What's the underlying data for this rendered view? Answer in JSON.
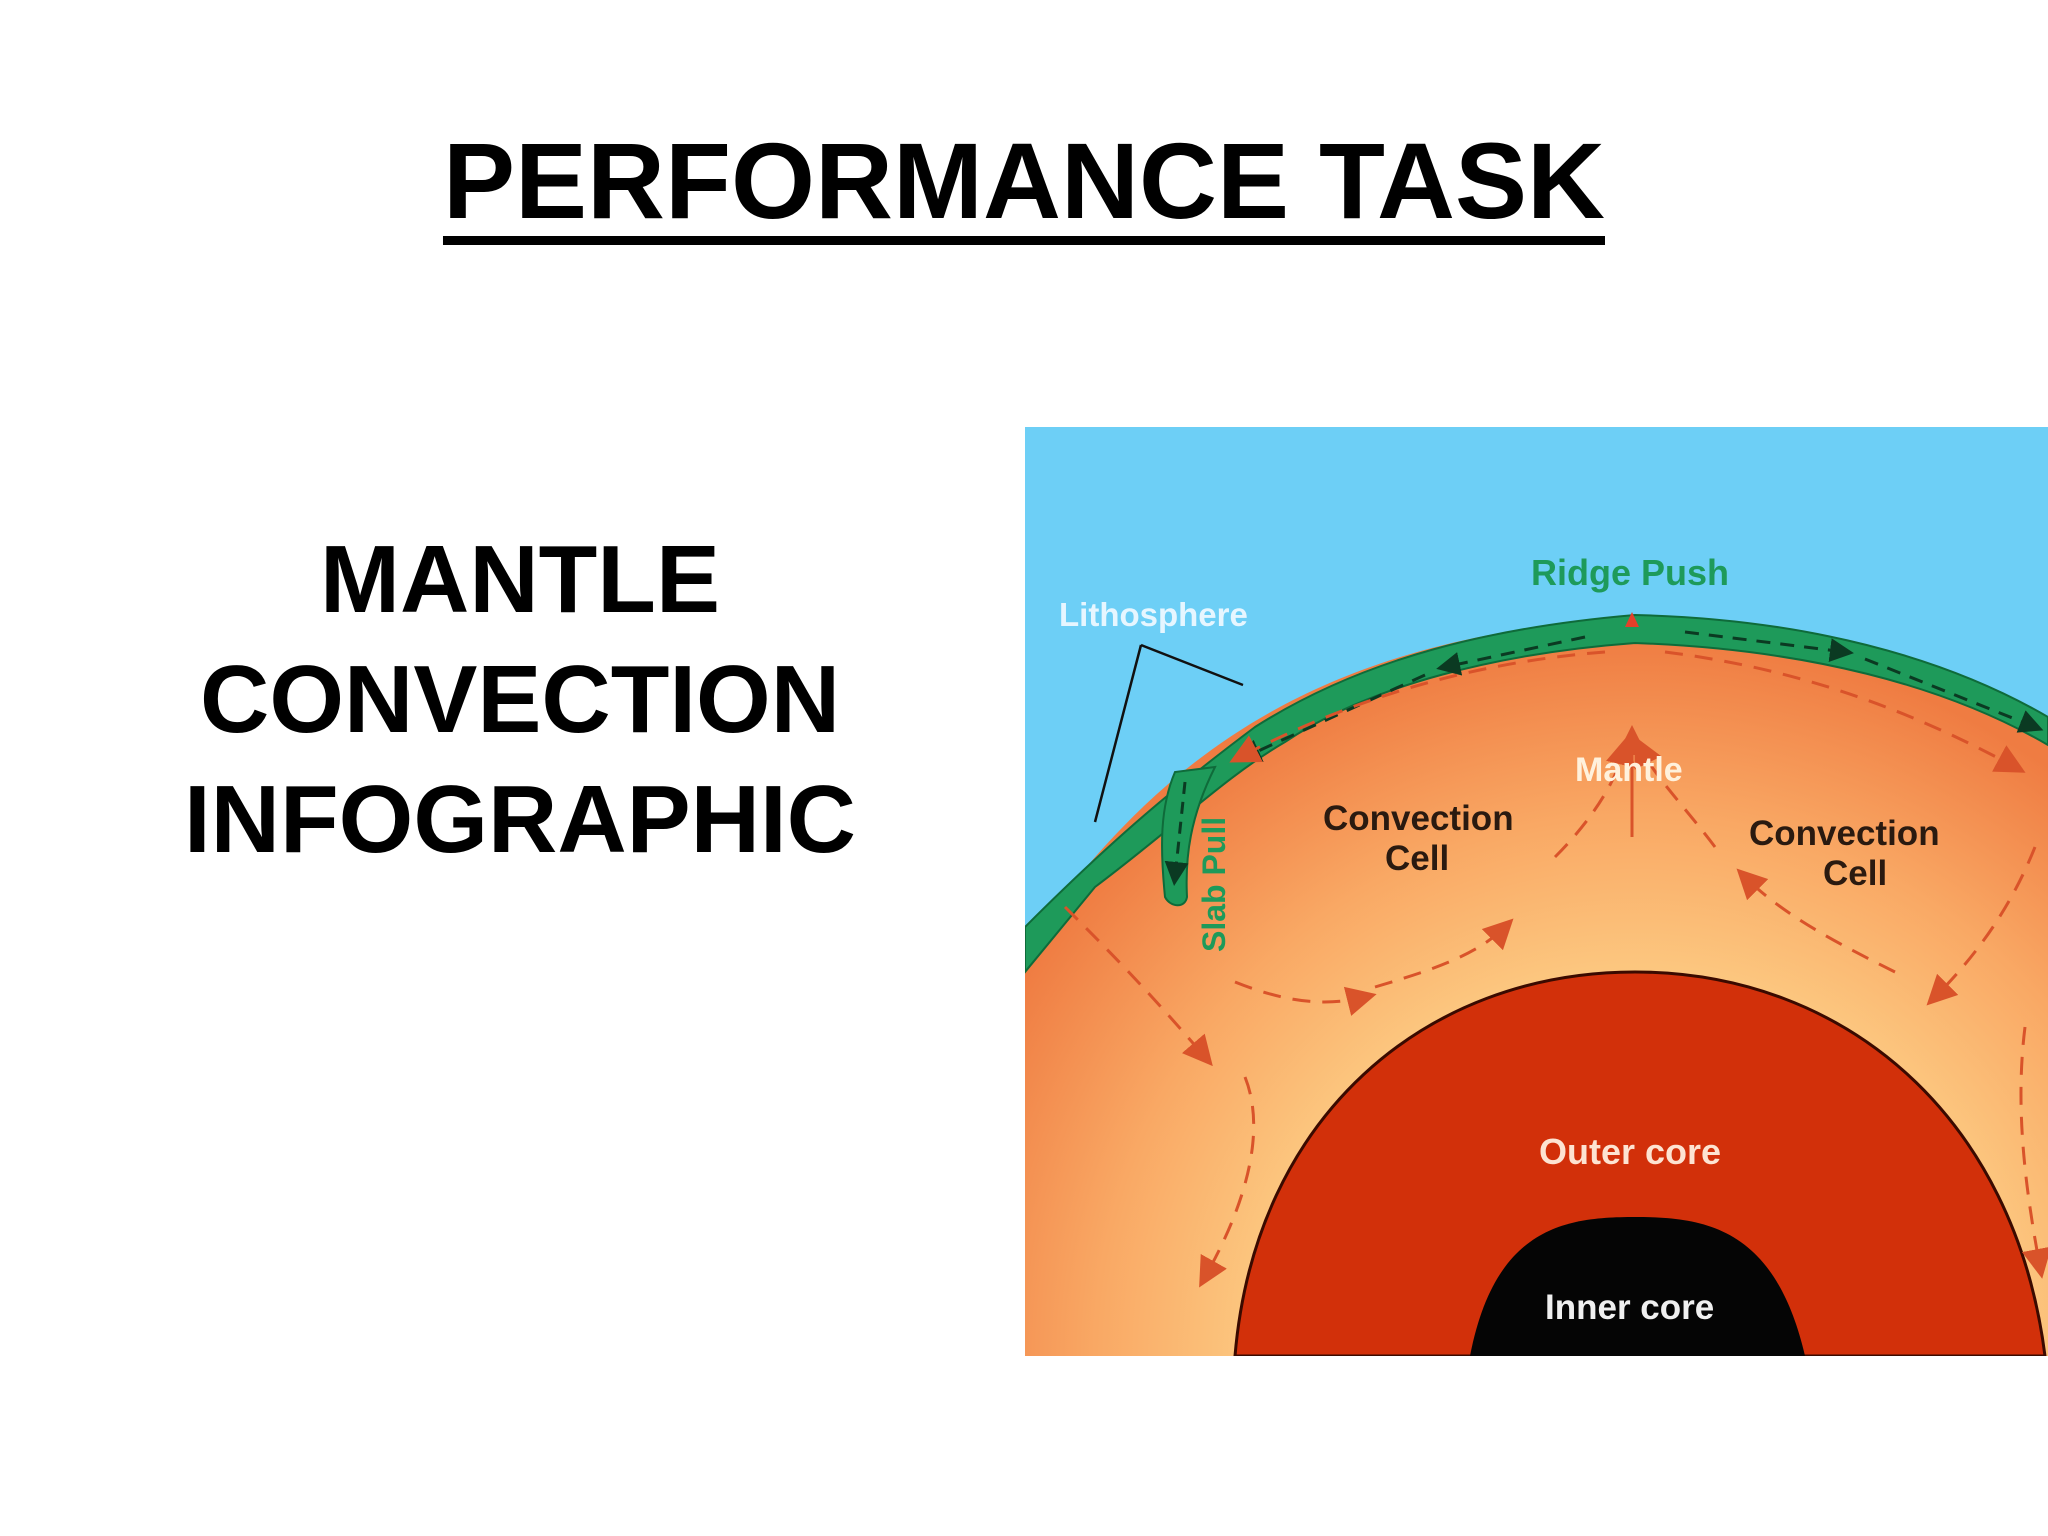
{
  "title": "PERFORMANCE TASK",
  "subtitle_lines": [
    "MANTLE",
    "CONVECTION",
    "INFOGRAPHIC"
  ],
  "diagram": {
    "labels": {
      "lithosphere": "Lithosphere",
      "ridge_push": "Ridge Push",
      "mantle": "Mantle",
      "convection_cell_left": "Convection",
      "convection_cell_left_2": "Cell",
      "convection_cell_right": "Convection",
      "convection_cell_right_2": "Cell",
      "slab_pull": "Slab Pull",
      "outer_core": "Outer core",
      "inner_core": "Inner core"
    },
    "colors": {
      "sky": "#6dcff6",
      "lithosphere": "#1e9a5a",
      "mantle_outer": "#f08a4b",
      "mantle_inner": "#fbc67a",
      "outer_core": "#d2300a",
      "inner_core": "#050505",
      "arrow": "#d9532a"
    }
  }
}
